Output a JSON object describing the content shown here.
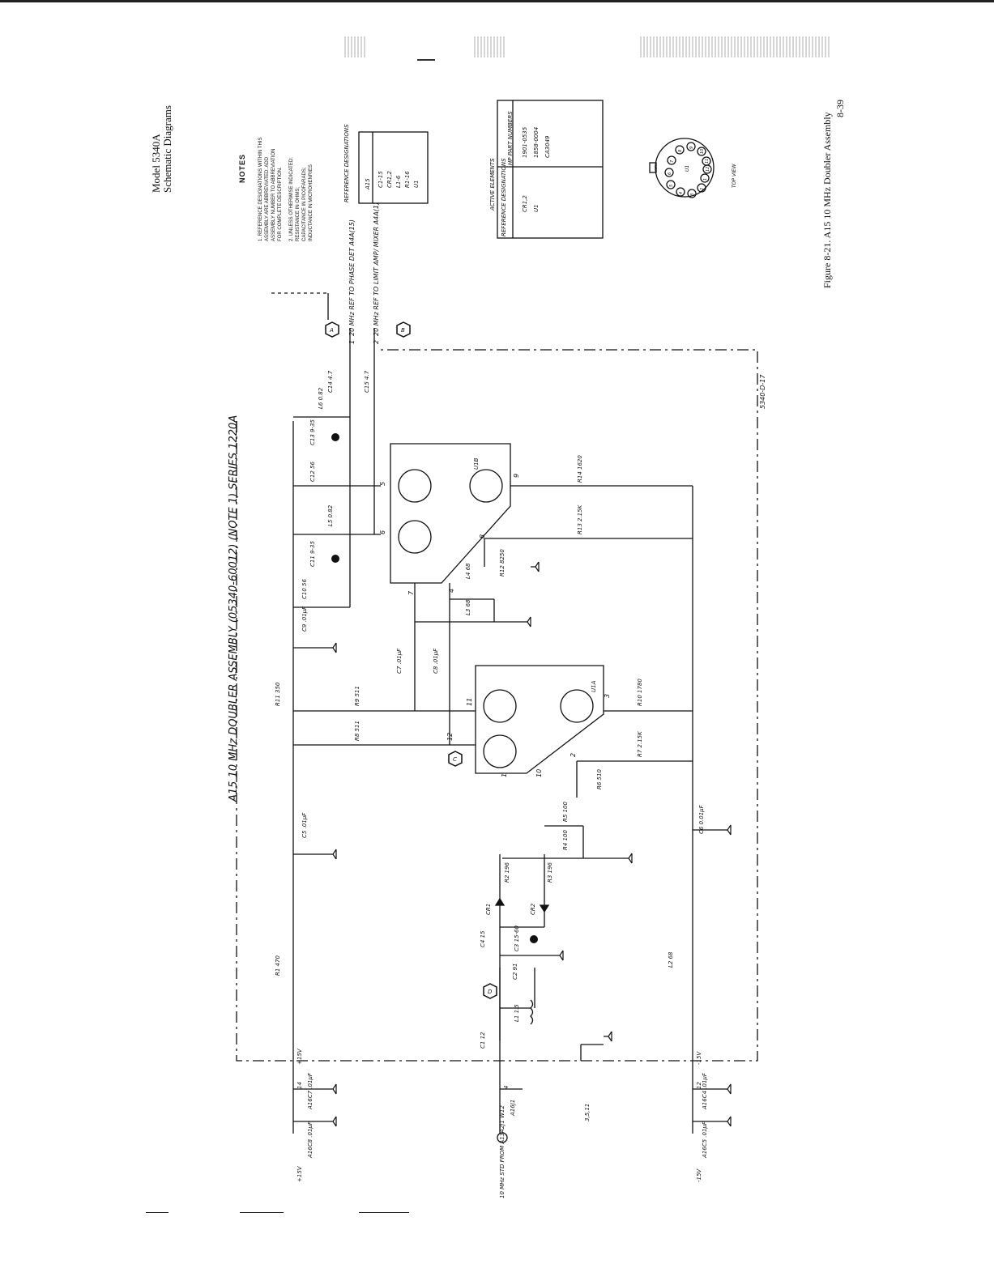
{
  "header": {
    "model": "Model 5340A",
    "section": "Schematic Diagrams"
  },
  "notes": {
    "title": "NOTES",
    "items": [
      "1.  REFERENCE DESIGNATIONS WITHIN THIS",
      "    ASSEMBLY ARE ABBREVIATED. ADD",
      "    ASSEMBLY NUMBER TO ABBREVIATION",
      "    FOR COMPLETE DESCRIPTION.",
      "2.  UNLESS OTHERWISE INDICATED:",
      "    RESISTANCE IN OHMS;",
      "    CAPACITANCE IN PICOFARADS;",
      "    INDUCTANCE IN MICROHENRIES"
    ]
  },
  "ref_table": {
    "title": "REFERENCE DESIGNATIONS",
    "header": "A15",
    "rows": [
      "C1-15",
      "CR1,2",
      "L1-6",
      "R1-16",
      "U1"
    ]
  },
  "active_table": {
    "title": "ACTIVE ELEMENTS",
    "col1": "REFERENCE DESIGNATIONS",
    "col2": "HP PART NUMBERS",
    "refs": [
      "CR1,2",
      "U1"
    ],
    "parts": [
      "1901-0535",
      "1858-0004",
      "CA3049"
    ]
  },
  "ic_pinout": {
    "label": "U1",
    "view": "TOP VIEW",
    "pins": [
      "1",
      "2",
      "3",
      "4",
      "5",
      "6",
      "7",
      "8",
      "9",
      "10",
      "11",
      "12"
    ]
  },
  "caption": {
    "figure": "Figure 8-21.  A15 10 MHz Doubler Assembly",
    "page": "8-39"
  },
  "schematic": {
    "title": "A15 10 MHz DOUBLER ASSEMBLY (05340-60012) (NOTE 1) SERIES 1220A",
    "drawing_no": "5340-D-17",
    "rails": {
      "pos": "+15V",
      "neg": "-15V"
    },
    "inputs": {
      "pos_in": "+15V",
      "neg_in": "-15V",
      "ref_in": "10 MHz STD FROM A13A2J1 W12",
      "ref_conn": "A16J1",
      "gnd_pins": "3,5,11",
      "pin14": "14",
      "pin4": "4",
      "pin12": "12",
      "cap_a": "A16C8 .01µF",
      "cap_b": "A16C7 .01µF",
      "cap_c": "A16C5 .01µF",
      "cap_d": "A16C4 .01µF"
    },
    "outputs": {
      "out1": "20 MHz REF TO PHASE DET A4A(15)",
      "out2": "20 MHz REF TO LIMIT AMP/ MIXER A4A(1)",
      "pin1": "1",
      "pin2": "2"
    },
    "components": {
      "R1": "R1 470",
      "R2": "R2 196",
      "R3": "R3 196",
      "R4": "R4 100",
      "R5": "R5 100",
      "R6": "R6 510",
      "R7": "R7 2.15K",
      "R8": "R8 511",
      "R9": "R9 511",
      "R10": "R10 1780",
      "R11": "R11 350",
      "R12": "R12 8250",
      "R13": "R13 2.15K",
      "R14": "R14 1620",
      "C1": "C1 12",
      "C2": "C2 91",
      "C3": "C3 15-60",
      "C4": "C4 15",
      "C5": "C5 .01µF",
      "C6": "C6 0.01µF",
      "C7": "C7 .01µF",
      "C8": "C8 .01µF",
      "C9": "C9 .01µF",
      "C10": "C10 56",
      "C11": "C11 9-35",
      "C12": "C12 56",
      "C13": "C13 9-35",
      "C14": "C14 4.7",
      "C15": "C15 4.7",
      "L1": "L1 1.5",
      "L2": "L2 68",
      "L3": "L3 68",
      "L4": "L4 68",
      "L5": "L5 0.82",
      "L6": "L6 0.82",
      "CR1": "CR1",
      "CR2": "CR2",
      "U1A": "U1A",
      "U1B": "U1B"
    },
    "pins_u1a": [
      "1",
      "2",
      "3",
      "10",
      "11",
      "12"
    ],
    "pins_u1b": [
      "4",
      "5",
      "6",
      "7",
      "8",
      "9"
    ],
    "test_points": [
      "A",
      "B",
      "C",
      "D"
    ]
  }
}
